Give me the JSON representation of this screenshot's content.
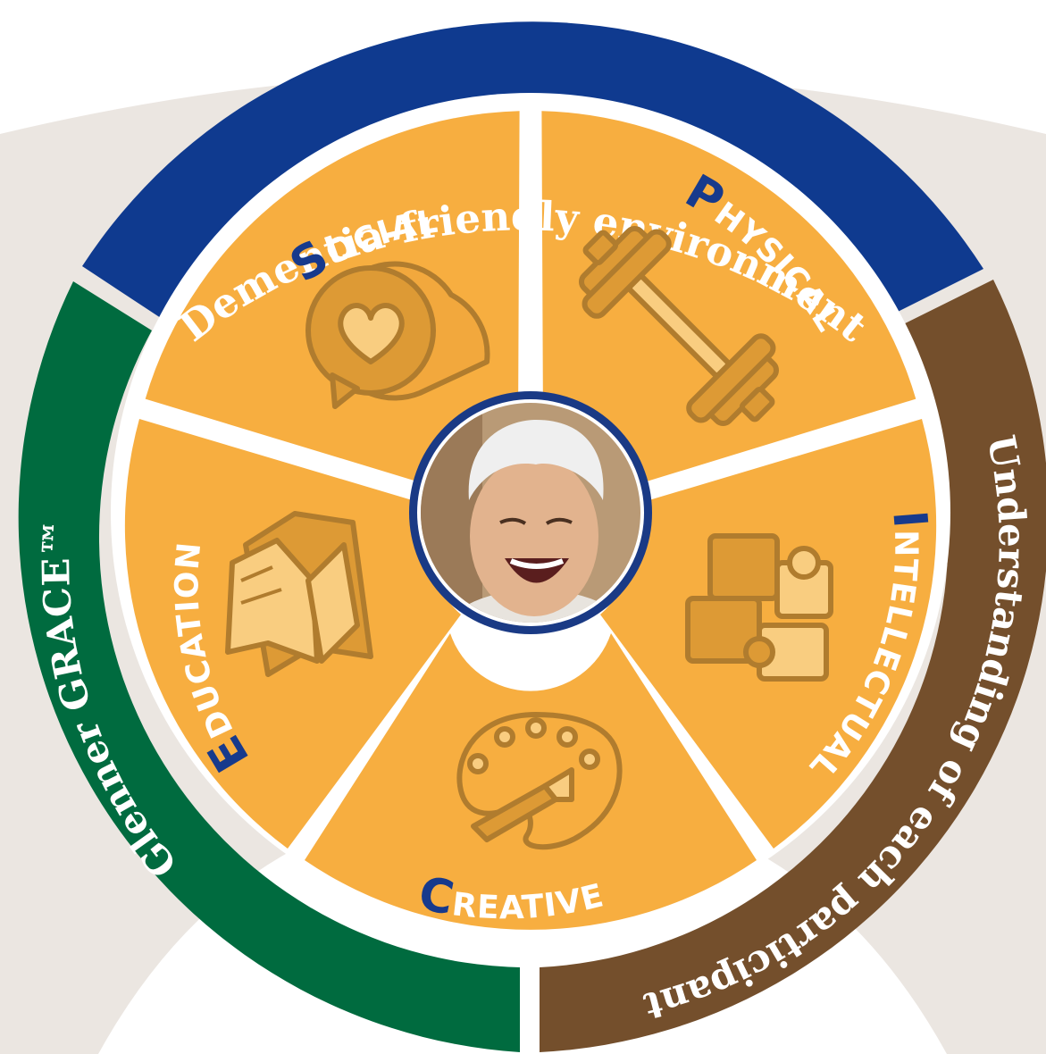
{
  "colors": {
    "background_arc": "#ebe6e1",
    "environment": "#0f3a8f",
    "understanding": "#744f2c",
    "glenner": "#006b3f",
    "segment": "#f7ae40",
    "icon_stroke": "#b07c2e",
    "icon_fill": "#dd9a35",
    "icon_light": "#f9cd80",
    "initial": "#173a8c",
    "photo_ring": "#1a3a85"
  },
  "outer_ring": {
    "environment": "Dementia-friendly environment",
    "understanding": "Understanding of each participant",
    "glenner": "Glenner GRACE™"
  },
  "segments": [
    {
      "id": "social",
      "initial": "S",
      "rest": "OCIAL",
      "icon": "speech-bubble-heart-icon"
    },
    {
      "id": "physical",
      "initial": "P",
      "rest": "HYSICAL",
      "icon": "dumbbell-icon"
    },
    {
      "id": "intellectual",
      "initial": "I",
      "rest": "NTELLECTUAL",
      "icon": "puzzle-icon"
    },
    {
      "id": "creative",
      "initial": "C",
      "rest": "REATIVE",
      "icon": "palette-icon"
    },
    {
      "id": "education",
      "initial": "E",
      "rest": "DUCATION",
      "icon": "open-book-icon"
    }
  ],
  "center": {
    "image": "smiling-senior-man-photo"
  }
}
